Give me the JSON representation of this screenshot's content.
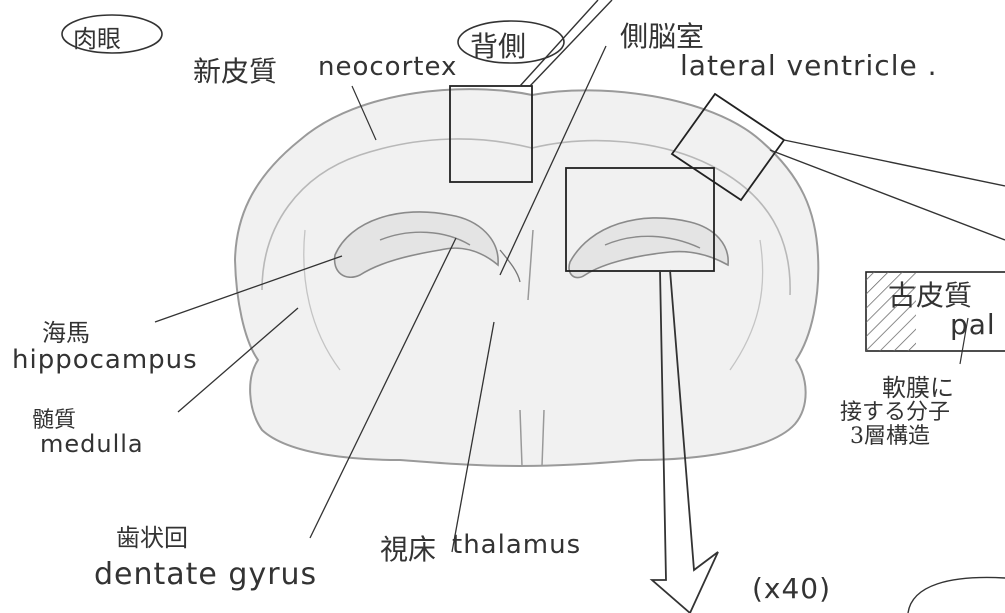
{
  "labels": {
    "naigan": "肉眼",
    "haisoku": "背側",
    "sokunoushitsu": "側脳室",
    "lateral_ventricle": "lateral ventricle .",
    "shinhishitsu": "新皮質",
    "neocortex": "neocortex",
    "kaiba": "海馬",
    "hippocampus": "hippocampus",
    "zuishitsu": "髄質",
    "medulla": "medulla",
    "shijokai": "歯状回",
    "dentate_gyrus": "dentate gyrus",
    "shishou": "視床",
    "thalamus": "thalamus",
    "magnification": "(x40)",
    "kohishitsu": "古皮質",
    "pal": "pal",
    "note1": "軟膜に",
    "note2": "接する分子",
    "note3": "3層構造"
  },
  "colors": {
    "ink": "#333333",
    "tissue": "#f1f1f1",
    "tissue_edge": "#9a9a9a",
    "hatch": "#777777"
  }
}
